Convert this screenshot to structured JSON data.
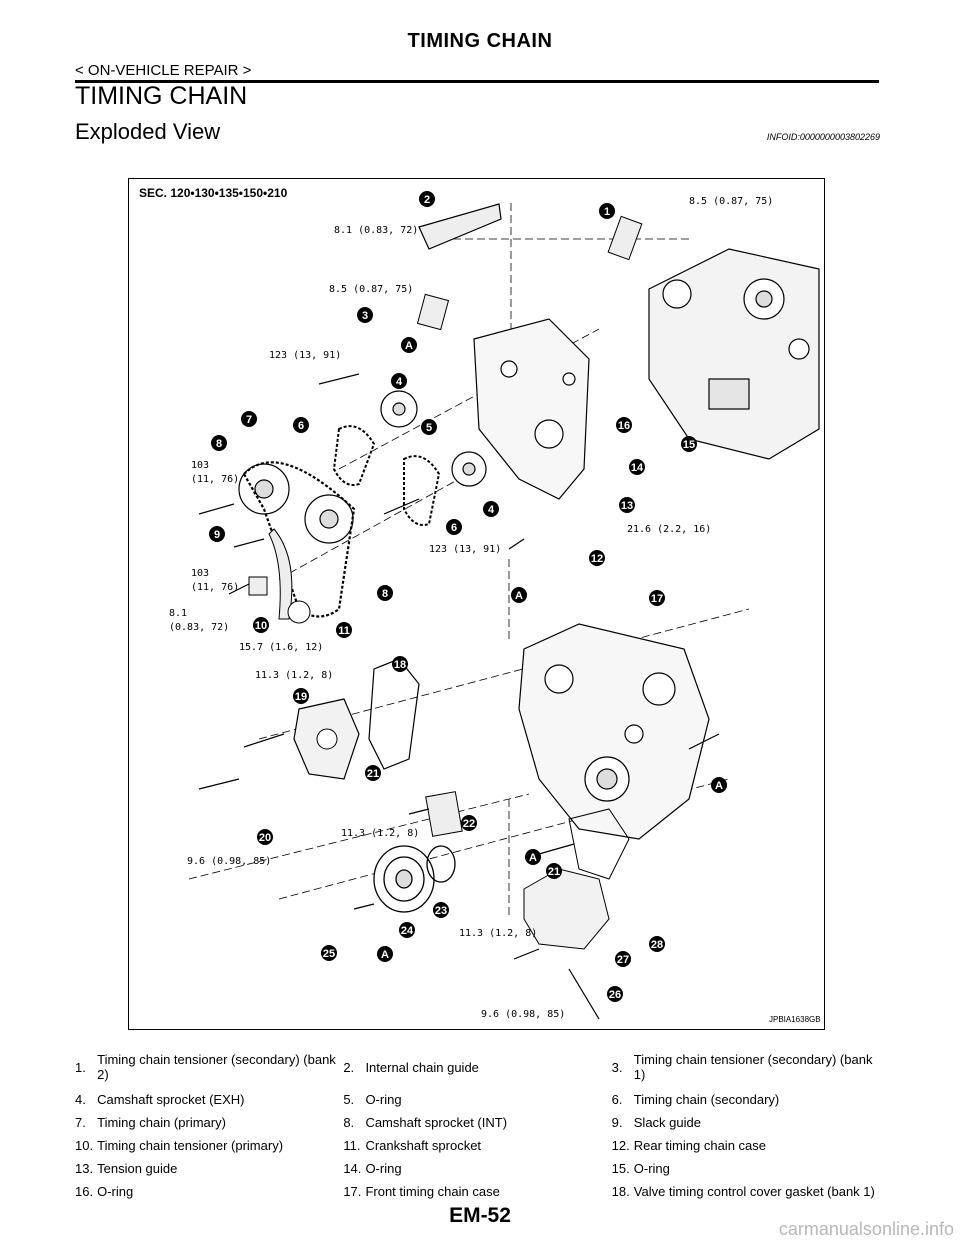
{
  "header": {
    "title": "TIMING CHAIN",
    "breadcrumb": "< ON-VEHICLE REPAIR >"
  },
  "section": {
    "title": "TIMING CHAIN",
    "subtitle": "Exploded View",
    "info_id": "INFOID:0000000003802269"
  },
  "figure": {
    "sec_label": "SEC. 120•130•135•150•210",
    "figure_id": "JPBIA1638GB",
    "torque_labels": [
      "8.5 (0.87, 75)",
      "8.1 (0.83, 72)",
      "8.5 (0.87, 75)",
      "123 (13, 91)",
      "103",
      "(11, 76)",
      "21.6 (2.2, 16)",
      "123 (13, 91)",
      "103",
      "(11, 76)",
      "8.1",
      "(0.83, 72)",
      "15.7 (1.6, 12)",
      "11.3 (1.2, 8)",
      "11.3 (1.2, 8)",
      "9.6 (0.98, 85)",
      "11.3 (1.2, 8)",
      "9.6 (0.98, 85)"
    ],
    "callouts": [
      "1",
      "2",
      "3",
      "4",
      "4",
      "5",
      "6",
      "6",
      "7",
      "8",
      "8",
      "9",
      "10",
      "11",
      "12",
      "13",
      "14",
      "15",
      "16",
      "17",
      "18",
      "19",
      "20",
      "21",
      "21",
      "22",
      "23",
      "24",
      "25",
      "26",
      "27",
      "28"
    ],
    "letter_refs": [
      "A",
      "A",
      "A",
      "A",
      "A"
    ]
  },
  "legend": {
    "items": [
      {
        "num": "1.",
        "label": "Timing chain tensioner (secondary) (bank 2)"
      },
      {
        "num": "2.",
        "label": "Internal chain guide"
      },
      {
        "num": "3.",
        "label": "Timing chain tensioner (secondary) (bank 1)"
      },
      {
        "num": "4.",
        "label": "Camshaft sprocket (EXH)"
      },
      {
        "num": "5.",
        "label": "O-ring"
      },
      {
        "num": "6.",
        "label": "Timing chain (secondary)"
      },
      {
        "num": "7.",
        "label": "Timing chain (primary)"
      },
      {
        "num": "8.",
        "label": "Camshaft sprocket (INT)"
      },
      {
        "num": "9.",
        "label": "Slack guide"
      },
      {
        "num": "10.",
        "label": "Timing chain tensioner (primary)"
      },
      {
        "num": "11.",
        "label": "Crankshaft sprocket"
      },
      {
        "num": "12.",
        "label": "Rear timing chain case"
      },
      {
        "num": "13.",
        "label": "Tension guide"
      },
      {
        "num": "14.",
        "label": "O-ring"
      },
      {
        "num": "15.",
        "label": "O-ring"
      },
      {
        "num": "16.",
        "label": "O-ring"
      },
      {
        "num": "17.",
        "label": "Front timing chain case"
      },
      {
        "num": "18.",
        "label": "Valve timing control cover gasket (bank 1)"
      }
    ]
  },
  "page_number": "EM-52",
  "watermark": "carmanualsonline.info"
}
